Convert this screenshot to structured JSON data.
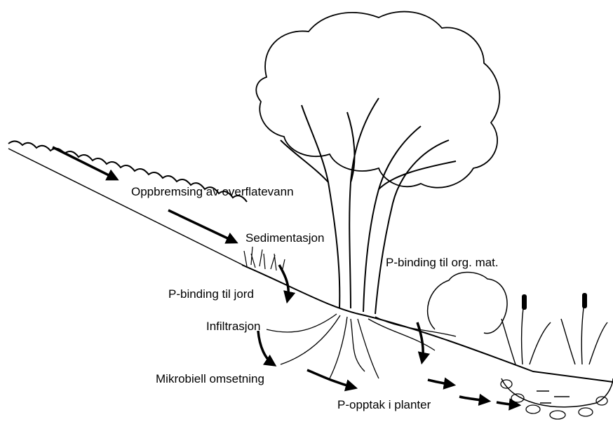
{
  "labels": {
    "oppbremsing": "Oppbremsing av overflatevann",
    "sedimentasjon": "Sedimentasjon",
    "p_binding_org": "P-binding til org. mat.",
    "p_binding_jord": "P-binding til jord",
    "infiltrasjon": "Infiltrasjon",
    "mikrobiell": "Mikrobiell omsetning",
    "p_opptak": "P-opptak i planter"
  }
}
